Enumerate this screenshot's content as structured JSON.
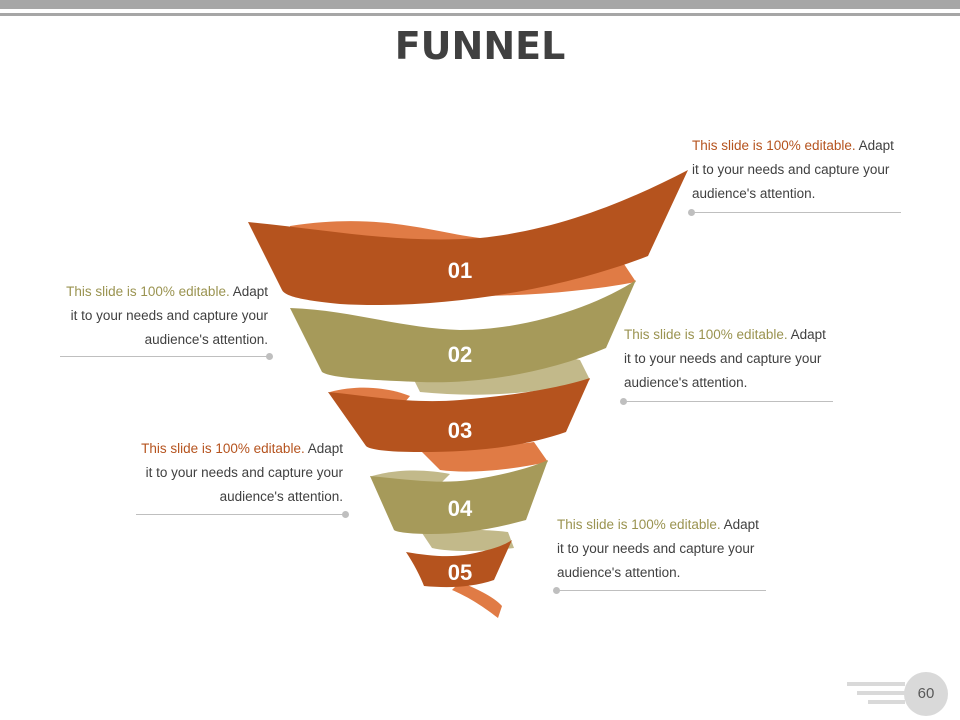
{
  "title": "FUNNEL",
  "colors": {
    "orange_dark": "#b5531e",
    "orange_light": "#e07b45",
    "olive_dark": "#a69a5a",
    "olive_light": "#c2b98a",
    "highlight_orange": "#b5531e",
    "highlight_olive": "#9a9350"
  },
  "steps": [
    {
      "number": "01"
    },
    {
      "number": "02"
    },
    {
      "number": "03"
    },
    {
      "number": "04"
    },
    {
      "number": "05"
    }
  ],
  "notes": [
    {
      "highlight": "This slide is 100% editable.",
      "rest_1": " Adapt",
      "line2": "it to your needs and capture your",
      "line3": "audience's attention."
    },
    {
      "highlight": "This slide is 100% editable.",
      "rest_1": " Adapt",
      "line2": "it to your needs and capture your",
      "line3": "audience's attention."
    },
    {
      "highlight": "This slide is 100% editable.",
      "rest_1": " Adapt",
      "line2": "it to your needs and capture your",
      "line3": "audience's attention."
    },
    {
      "highlight": "This slide is 100% editable.",
      "rest_1": " Adapt",
      "line2": "it to your needs and capture your",
      "line3": "audience's attention."
    },
    {
      "highlight": "This slide is 100% editable.",
      "rest_1": " Adapt",
      "line2": "it to your needs and capture your",
      "line3": "audience's attention."
    }
  ],
  "page_number": "60"
}
